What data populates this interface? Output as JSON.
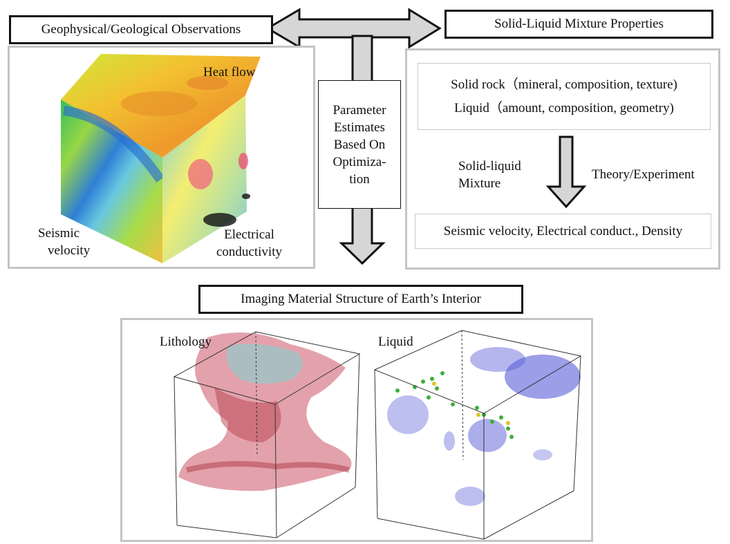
{
  "observations": {
    "title": "Geophysical/Geological Observations",
    "labels": {
      "heat_flow": "Heat flow",
      "seismic_velocity": [
        "Seismic",
        "velocity"
      ],
      "electrical_conductivity": [
        "Electrical",
        "conductivity"
      ]
    }
  },
  "mixture": {
    "title": "Solid-Liquid Mixture Properties",
    "solid_rock": "Solid rock（mineral, composition, texture)",
    "liquid": "Liquid（amount, composition, geometry)",
    "left_label": [
      "Solid-liquid",
      "Mixture"
    ],
    "right_label": "Theory/Experiment",
    "result": "Seismic velocity, Electrical conduct., Density"
  },
  "optimization": {
    "lines": [
      "Parameter",
      "Estimates",
      "Based On",
      "Optimiza-",
      "tion"
    ]
  },
  "imaging": {
    "title": "Imaging Material Structure of Earth’s Interior",
    "lithology_label": "Lithology",
    "liquid_label": "Liquid"
  },
  "colors": {
    "arrow_fill": "#d6d6d6",
    "panel_border": "#c4c4c4",
    "lithology": "#cc5566",
    "lithology_cyan": "#7fd4d4",
    "liquid_blue": "#5a5ed8",
    "droplet_green": "#3ab03a"
  }
}
